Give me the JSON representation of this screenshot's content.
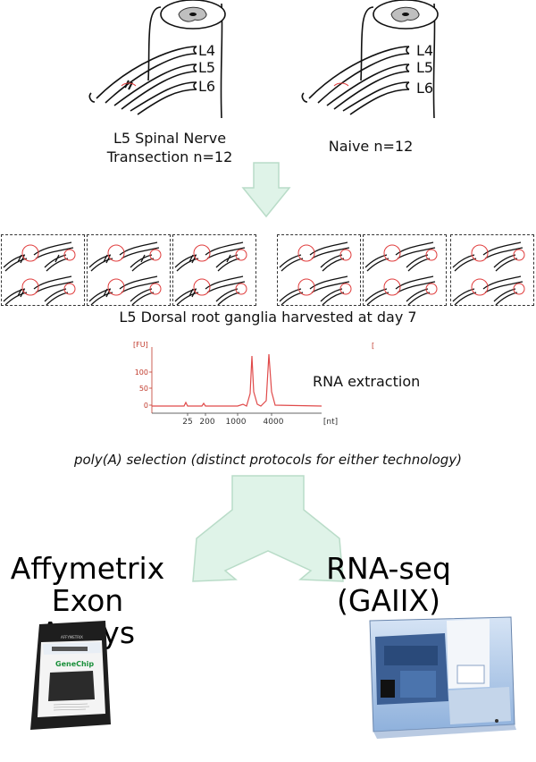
{
  "spine": {
    "left": {
      "root_labels": [
        "L4",
        "L5",
        "L6"
      ],
      "condition": "L5 Spinal Nerve\nTransection n=12"
    },
    "right": {
      "root_labels": [
        "L4",
        "L5",
        "L6"
      ],
      "condition": "Naive n=12"
    }
  },
  "harvest_label": "L5 Dorsal root ganglia harvested at day 7",
  "bioanalyzer": {
    "y_unit": "[FU]",
    "y_ticks": [
      "0",
      "50",
      "100"
    ],
    "x_ticks": [
      "25",
      "200",
      "1000",
      "4000"
    ],
    "x_unit": "[nt]",
    "label": "RNA extraction"
  },
  "polya_label": "poly(A) selection (distinct protocols for either technology)",
  "technologies": {
    "left": "Affymetrix\nExon Arrays",
    "right": "RNA-seq\n(GAIIX)"
  },
  "genechip": {
    "brand": "AFFYMETRIX",
    "product": "GeneChip"
  },
  "colors": {
    "arrow_fill": "#dff3e8",
    "arrow_stroke": "#b9dcc8",
    "trace": "#e04a4a",
    "circle": "#e03b3b"
  }
}
